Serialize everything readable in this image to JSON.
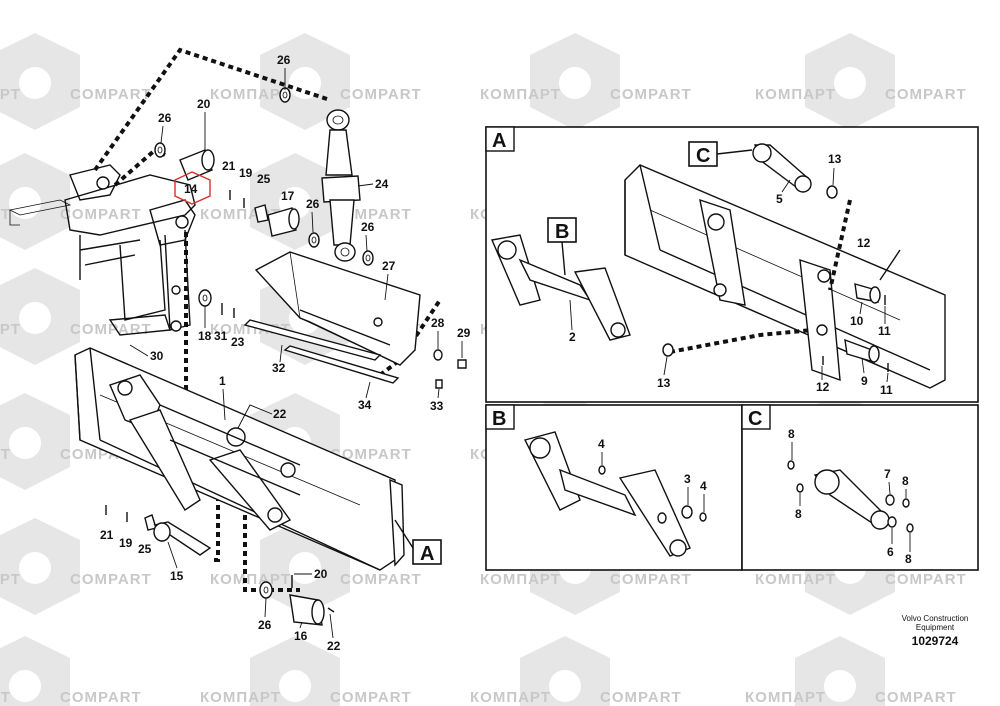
{
  "watermark": {
    "latin": "COMPART",
    "cyrillic": "КОМПАРТ"
  },
  "callouts": {
    "n1": "1",
    "n2": "2",
    "n3": "3",
    "n4": "4",
    "n5": "5",
    "n6": "6",
    "n7": "7",
    "n8": "8",
    "n9": "9",
    "n10": "10",
    "n11": "11",
    "n12": "12",
    "n13": "13",
    "n14": "14",
    "n15": "15",
    "n16": "16",
    "n17": "17",
    "n18": "18",
    "n19": "19",
    "n20": "20",
    "n21": "21",
    "n22": "22",
    "n23": "23",
    "n24": "24",
    "n25": "25",
    "n26": "26",
    "n27": "27",
    "n28": "28",
    "n29": "29",
    "n30": "30",
    "n31": "31",
    "n32": "32",
    "n33": "33",
    "n34": "34"
  },
  "detail_tags": {
    "A": "A",
    "B": "B",
    "C": "C"
  },
  "footer": {
    "brand_line1": "Volvo Construction",
    "brand_line2": "Equipment",
    "doc_number": "1029724"
  },
  "colors": {
    "line": "#111111",
    "highlight": "#d9302c",
    "watermark": "#c8c8c8"
  }
}
